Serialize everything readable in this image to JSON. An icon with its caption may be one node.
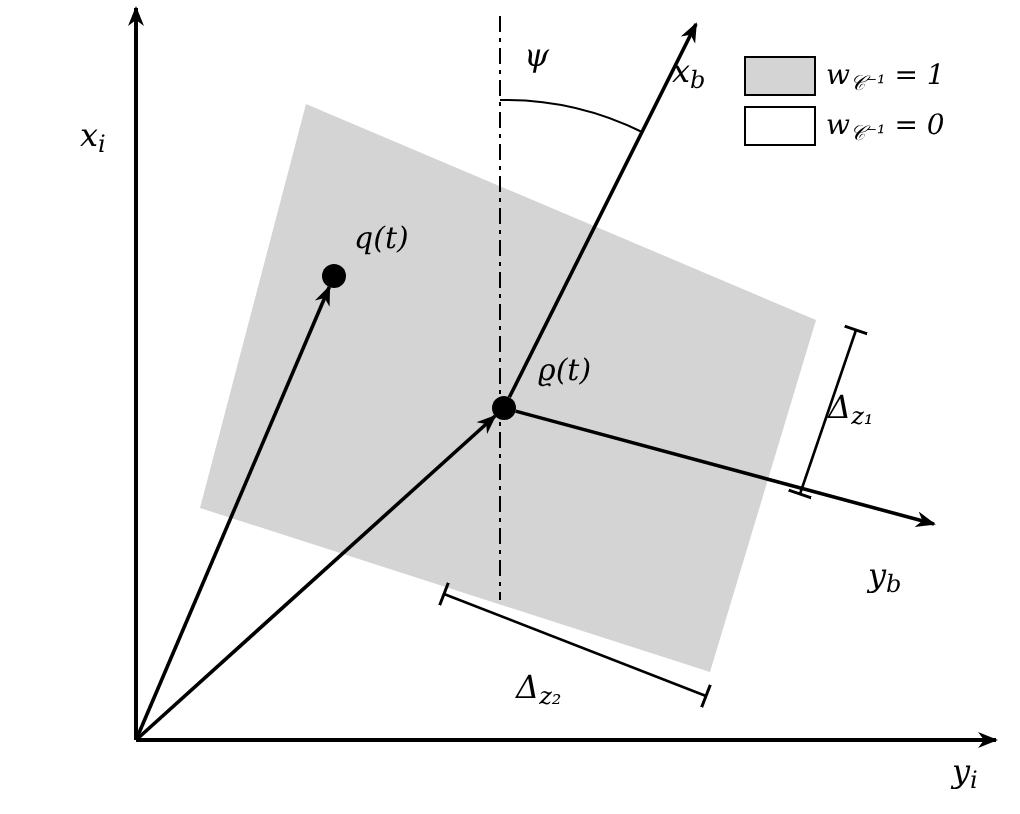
{
  "diagram": {
    "nodes": [
      {
        "text": [
          "q(t)"
        ]
      },
      {
        "text": [
          "ϱ(t)"
        ]
      }
    ],
    "edges": [
      {
        "from": null,
        "to": 0,
        "arrow": "to"
      },
      {
        "from": null,
        "to": 1,
        "arrow": "to"
      },
      {
        "from": 1,
        "to": null,
        "arrow": "to"
      },
      {
        "from": 1,
        "to": null,
        "arrow": "to"
      }
    ],
    "labels": [
      "x$_{i}$",
      "y$_{i}$",
      "x$_{b}$",
      "y$_{b}$",
      "ψ",
      "Δ$_{z₁}$",
      "Δ$_{z₂}$"
    ],
    "legend": [
      {
        "text": "w$_{𝒞⁻¹}$ = 1",
        "color": "#d4d4d4"
      },
      {
        "text": "w$_{𝒞⁻¹}$ = 0",
        "color": "#ffffff"
      }
    ]
  }
}
